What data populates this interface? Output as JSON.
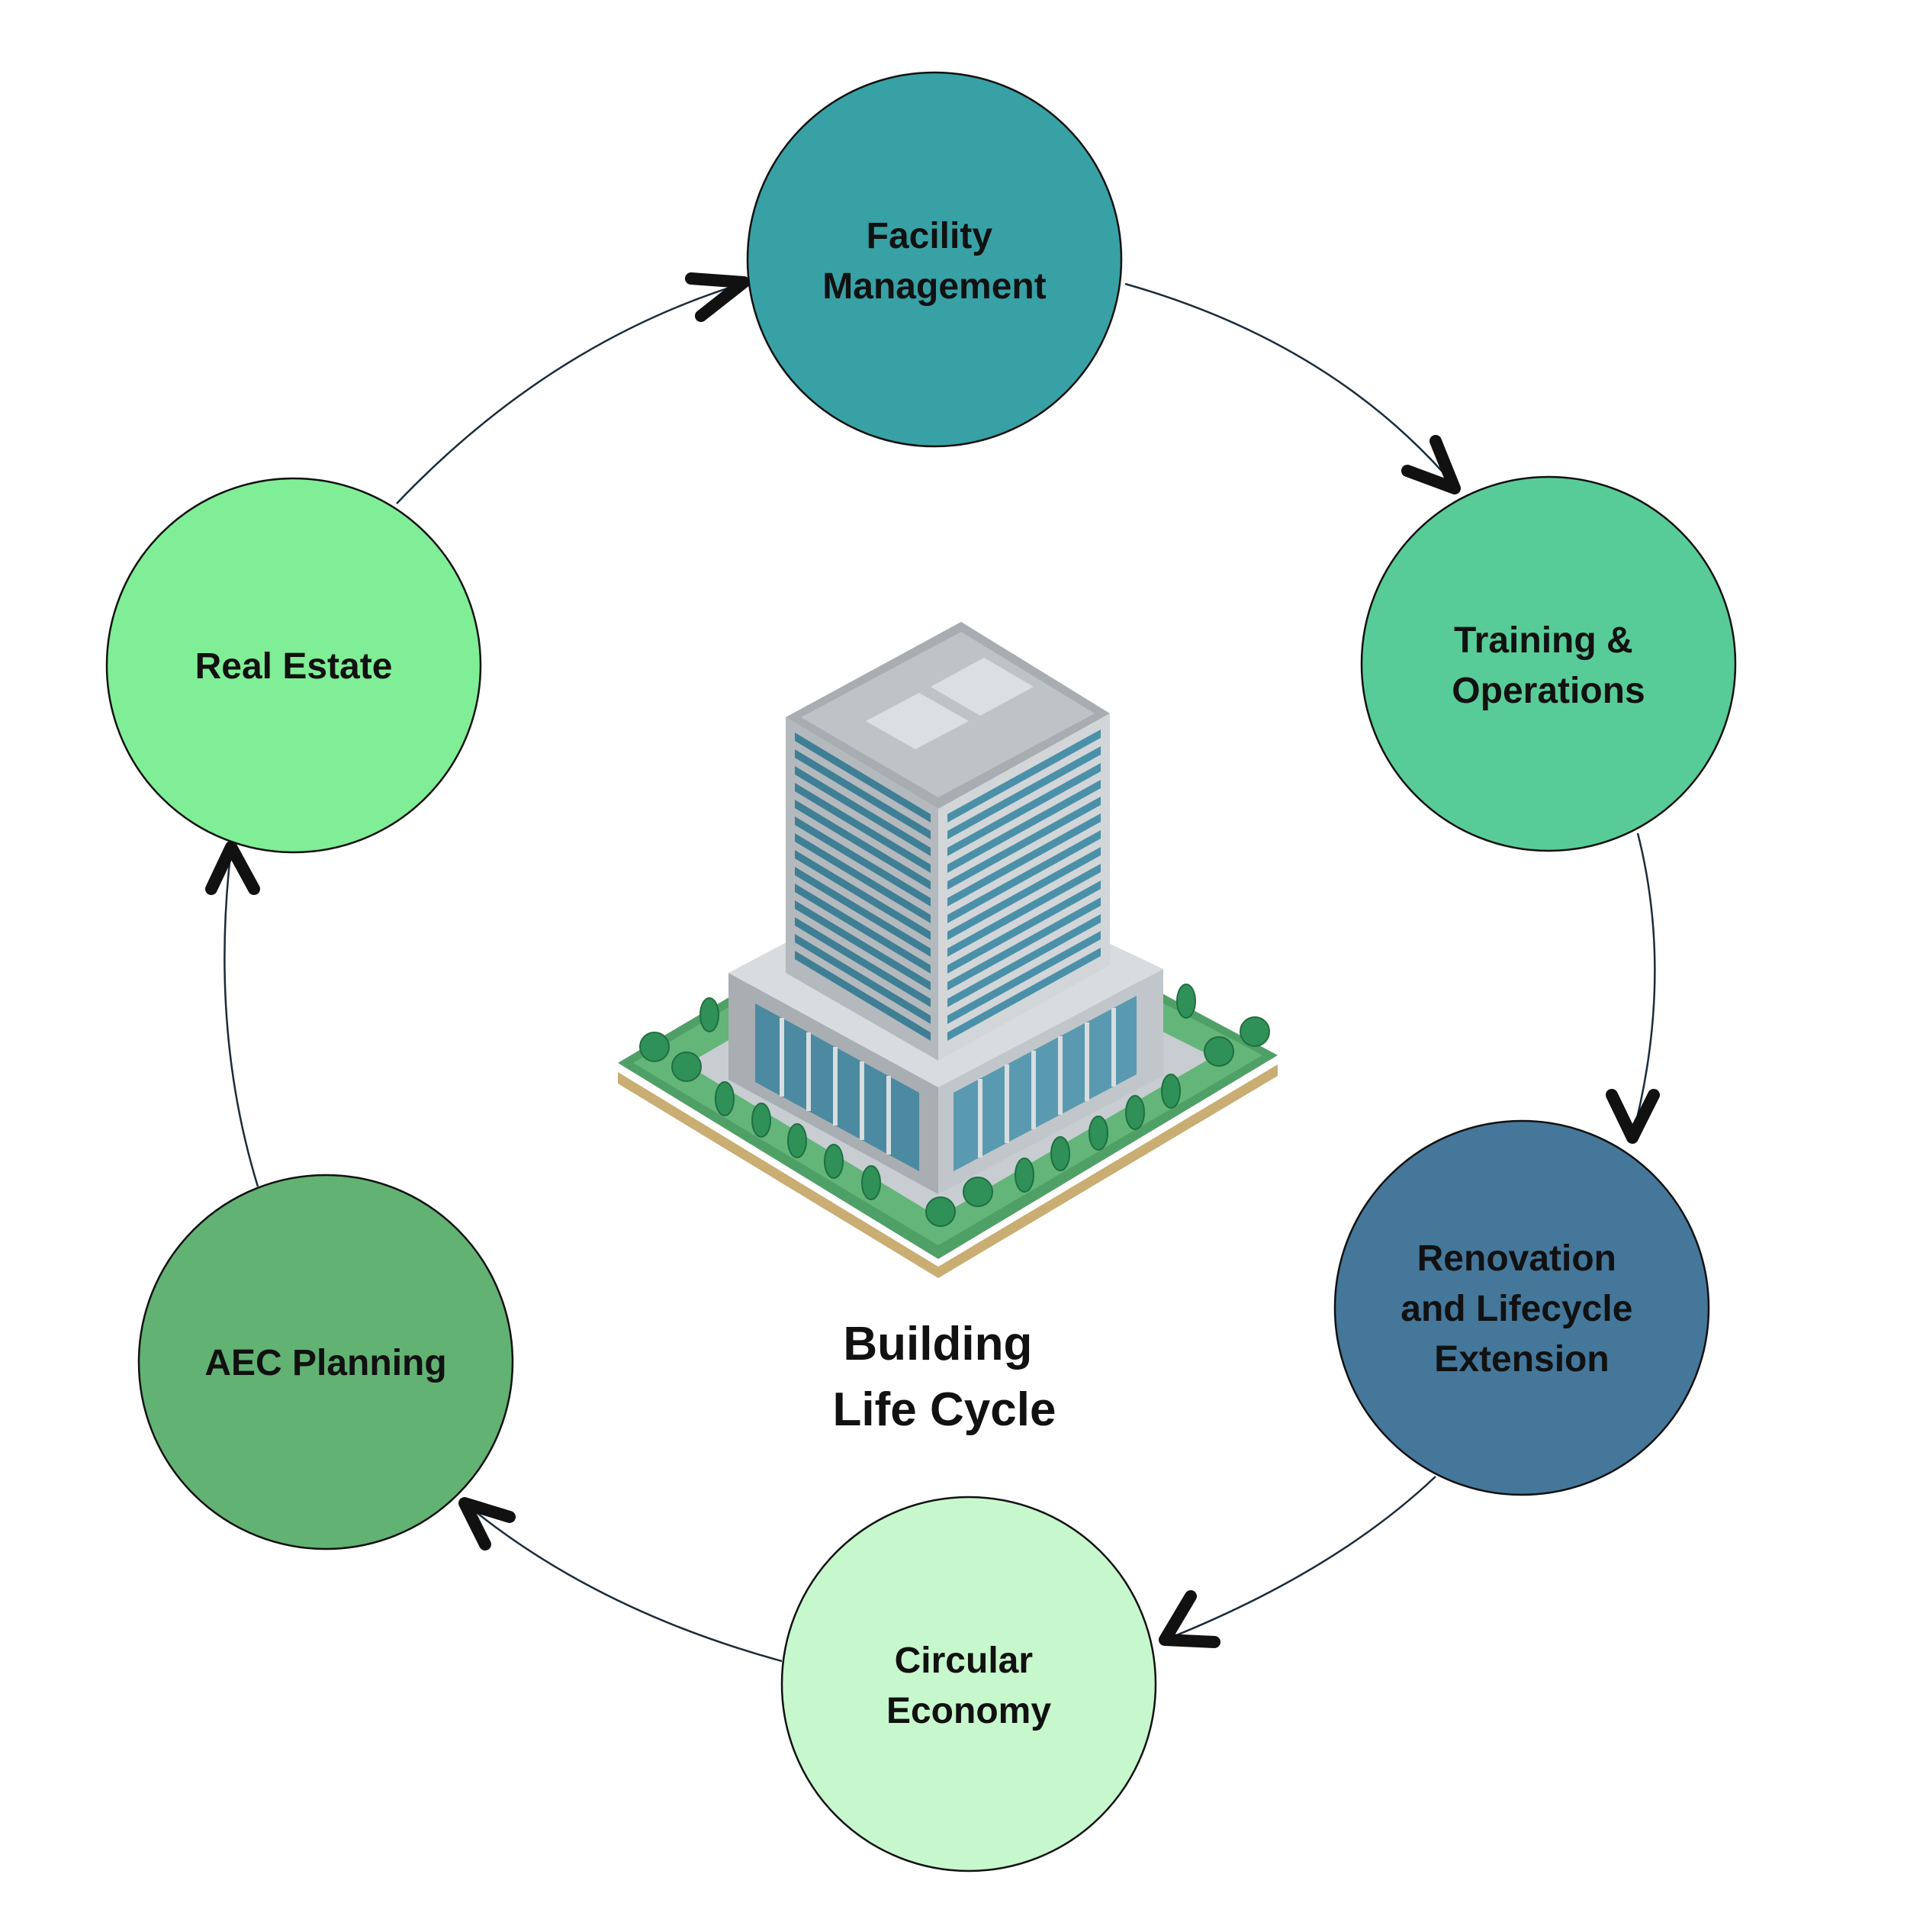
{
  "center_title": [
    "Building",
    "Life Cycle"
  ],
  "stages": [
    {
      "id": "facility-management",
      "lines": [
        "Facility",
        "Management"
      ],
      "color": "#38a1a5"
    },
    {
      "id": "training-operations",
      "lines": [
        "Training &",
        "Operations"
      ],
      "color": "#58cc98"
    },
    {
      "id": "renovation-lifecycle-extension",
      "lines": [
        "Renovation",
        "and Lifecycle",
        "Extension"
      ],
      "color": "#44779a"
    },
    {
      "id": "circular-economy",
      "lines": [
        "Circular",
        "Economy"
      ],
      "color": "#c7f7cc"
    },
    {
      "id": "aec-planning",
      "lines": [
        "AEC Planning"
      ],
      "color": "#62b273"
    },
    {
      "id": "real-estate",
      "lines": [
        "Real Estate"
      ],
      "color": "#80ee96"
    }
  ],
  "flow": [
    {
      "from": "facility-management",
      "to": "training-operations"
    },
    {
      "from": "training-operations",
      "to": "renovation-lifecycle-extension"
    },
    {
      "from": "renovation-lifecycle-extension",
      "to": "circular-economy"
    },
    {
      "from": "circular-economy",
      "to": "aec-planning"
    },
    {
      "from": "aec-planning",
      "to": "real-estate"
    },
    {
      "from": "real-estate",
      "to": "facility-management"
    }
  ],
  "colors": {
    "connector": "#1b2b3a",
    "arrowhead": "#111111",
    "node_outline": "#111111"
  }
}
